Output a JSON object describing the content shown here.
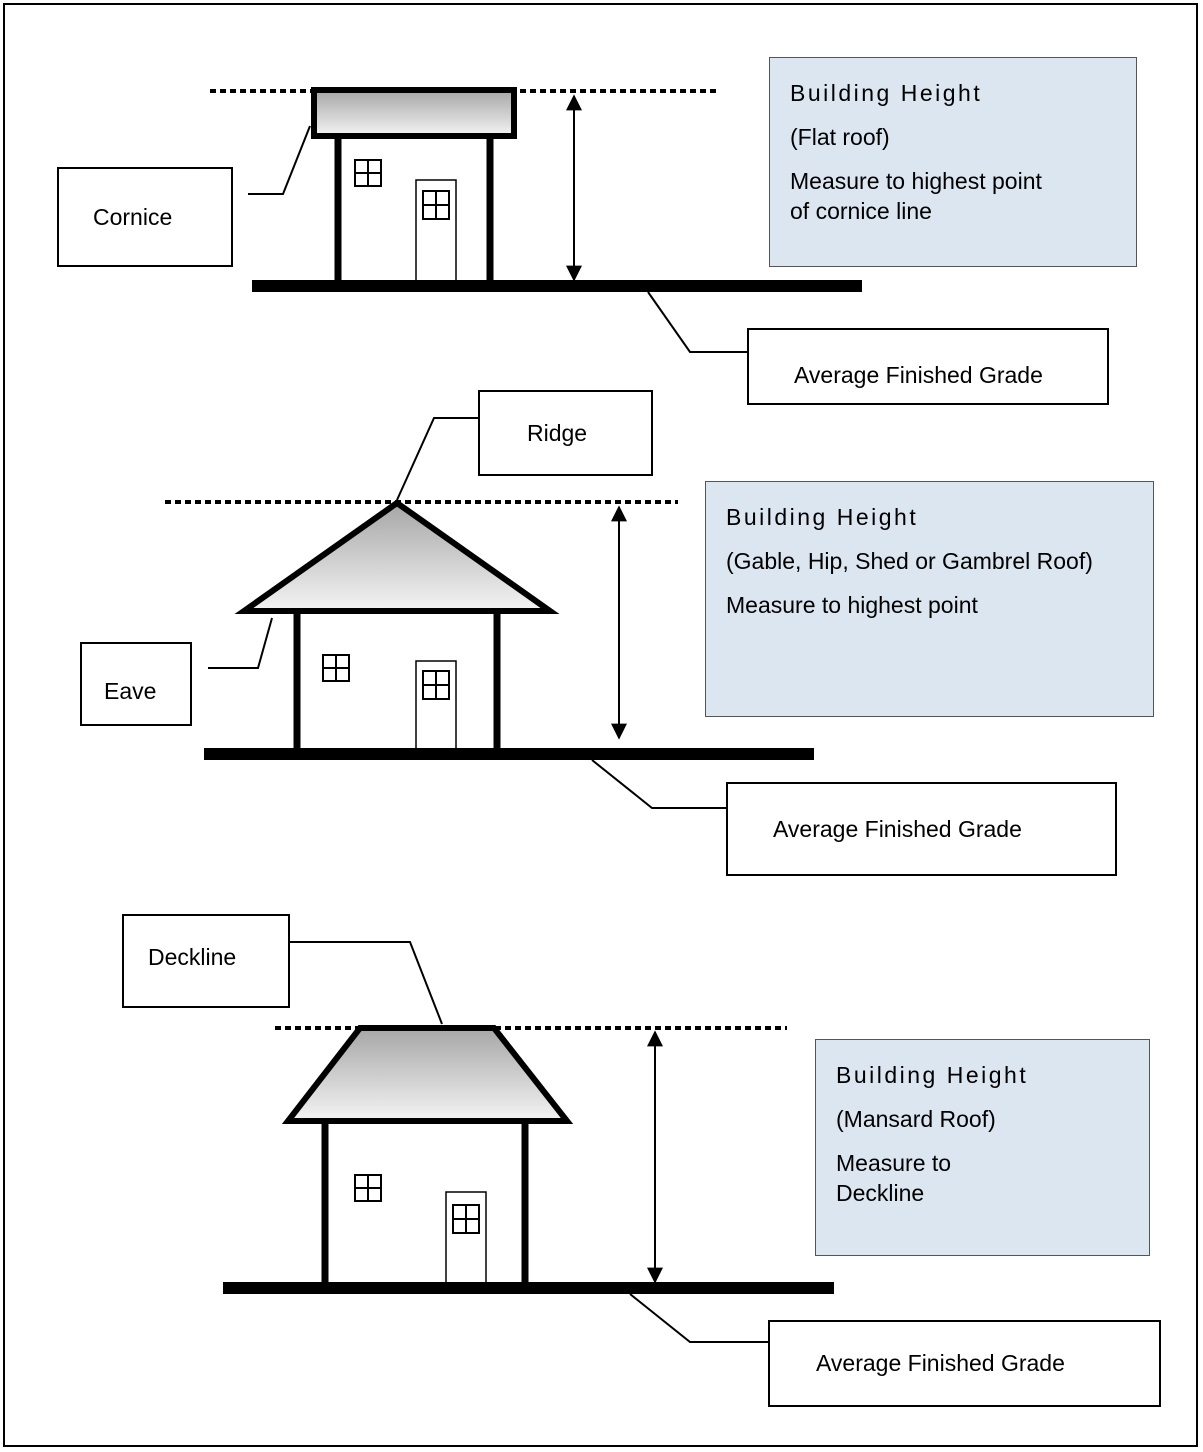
{
  "diagram": {
    "flat_roof": {
      "callout": "Cornice",
      "grade_label": "Average Finished Grade",
      "info": {
        "title": "Building Height",
        "roof_type": "(Flat roof)",
        "instruction": "Measure to highest point of cornice line"
      }
    },
    "gable_roof": {
      "callout_top": "Ridge",
      "callout_side": "Eave",
      "grade_label": "Average Finished Grade",
      "info": {
        "title": "Building Height",
        "roof_type": "(Gable, Hip, Shed or Gambrel Roof)",
        "instruction": "Measure to highest point"
      }
    },
    "mansard_roof": {
      "callout": "Deckline",
      "grade_label": "Average Finished Grade",
      "info": {
        "title": "Building Height",
        "roof_type": "(Mansard Roof)",
        "instruction": "Measure to Deckline"
      }
    }
  }
}
